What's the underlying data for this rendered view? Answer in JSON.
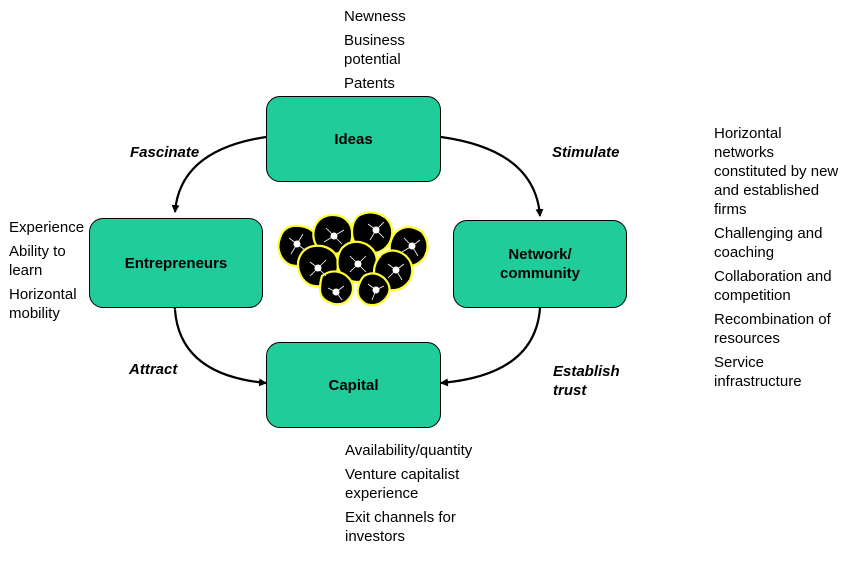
{
  "boxes": {
    "ideas": "Ideas",
    "entrepreneurs": "Entrepreneurs",
    "network": [
      "Network/",
      "community"
    ],
    "capital": "Capital"
  },
  "relations": {
    "fascinate": "Fascinate",
    "stimulate": "Stimulate",
    "attract": "Attract",
    "establish_trust": [
      "Establish",
      "trust"
    ]
  },
  "ideas_attributes": [
    "Newness",
    "Business potential",
    "Patents"
  ],
  "entrepreneurs_attributes": [
    "Experience",
    "Ability to learn",
    "Horizontal mobility"
  ],
  "network_attributes": [
    "Horizontal networks constituted by new and established firms",
    "Challenging and coaching",
    "Collaboration and competition",
    "Recombination of resources",
    "Service infrastructure"
  ],
  "capital_attributes": [
    "Availability/quantity",
    "Venture capitalist experience",
    "Exit channels for investors"
  ],
  "colors": {
    "box_fill": "#1fcc9a",
    "cell_fill": "#000000",
    "cell_outline": "#ffff33"
  },
  "center_graphic": "cell-cluster-icon"
}
